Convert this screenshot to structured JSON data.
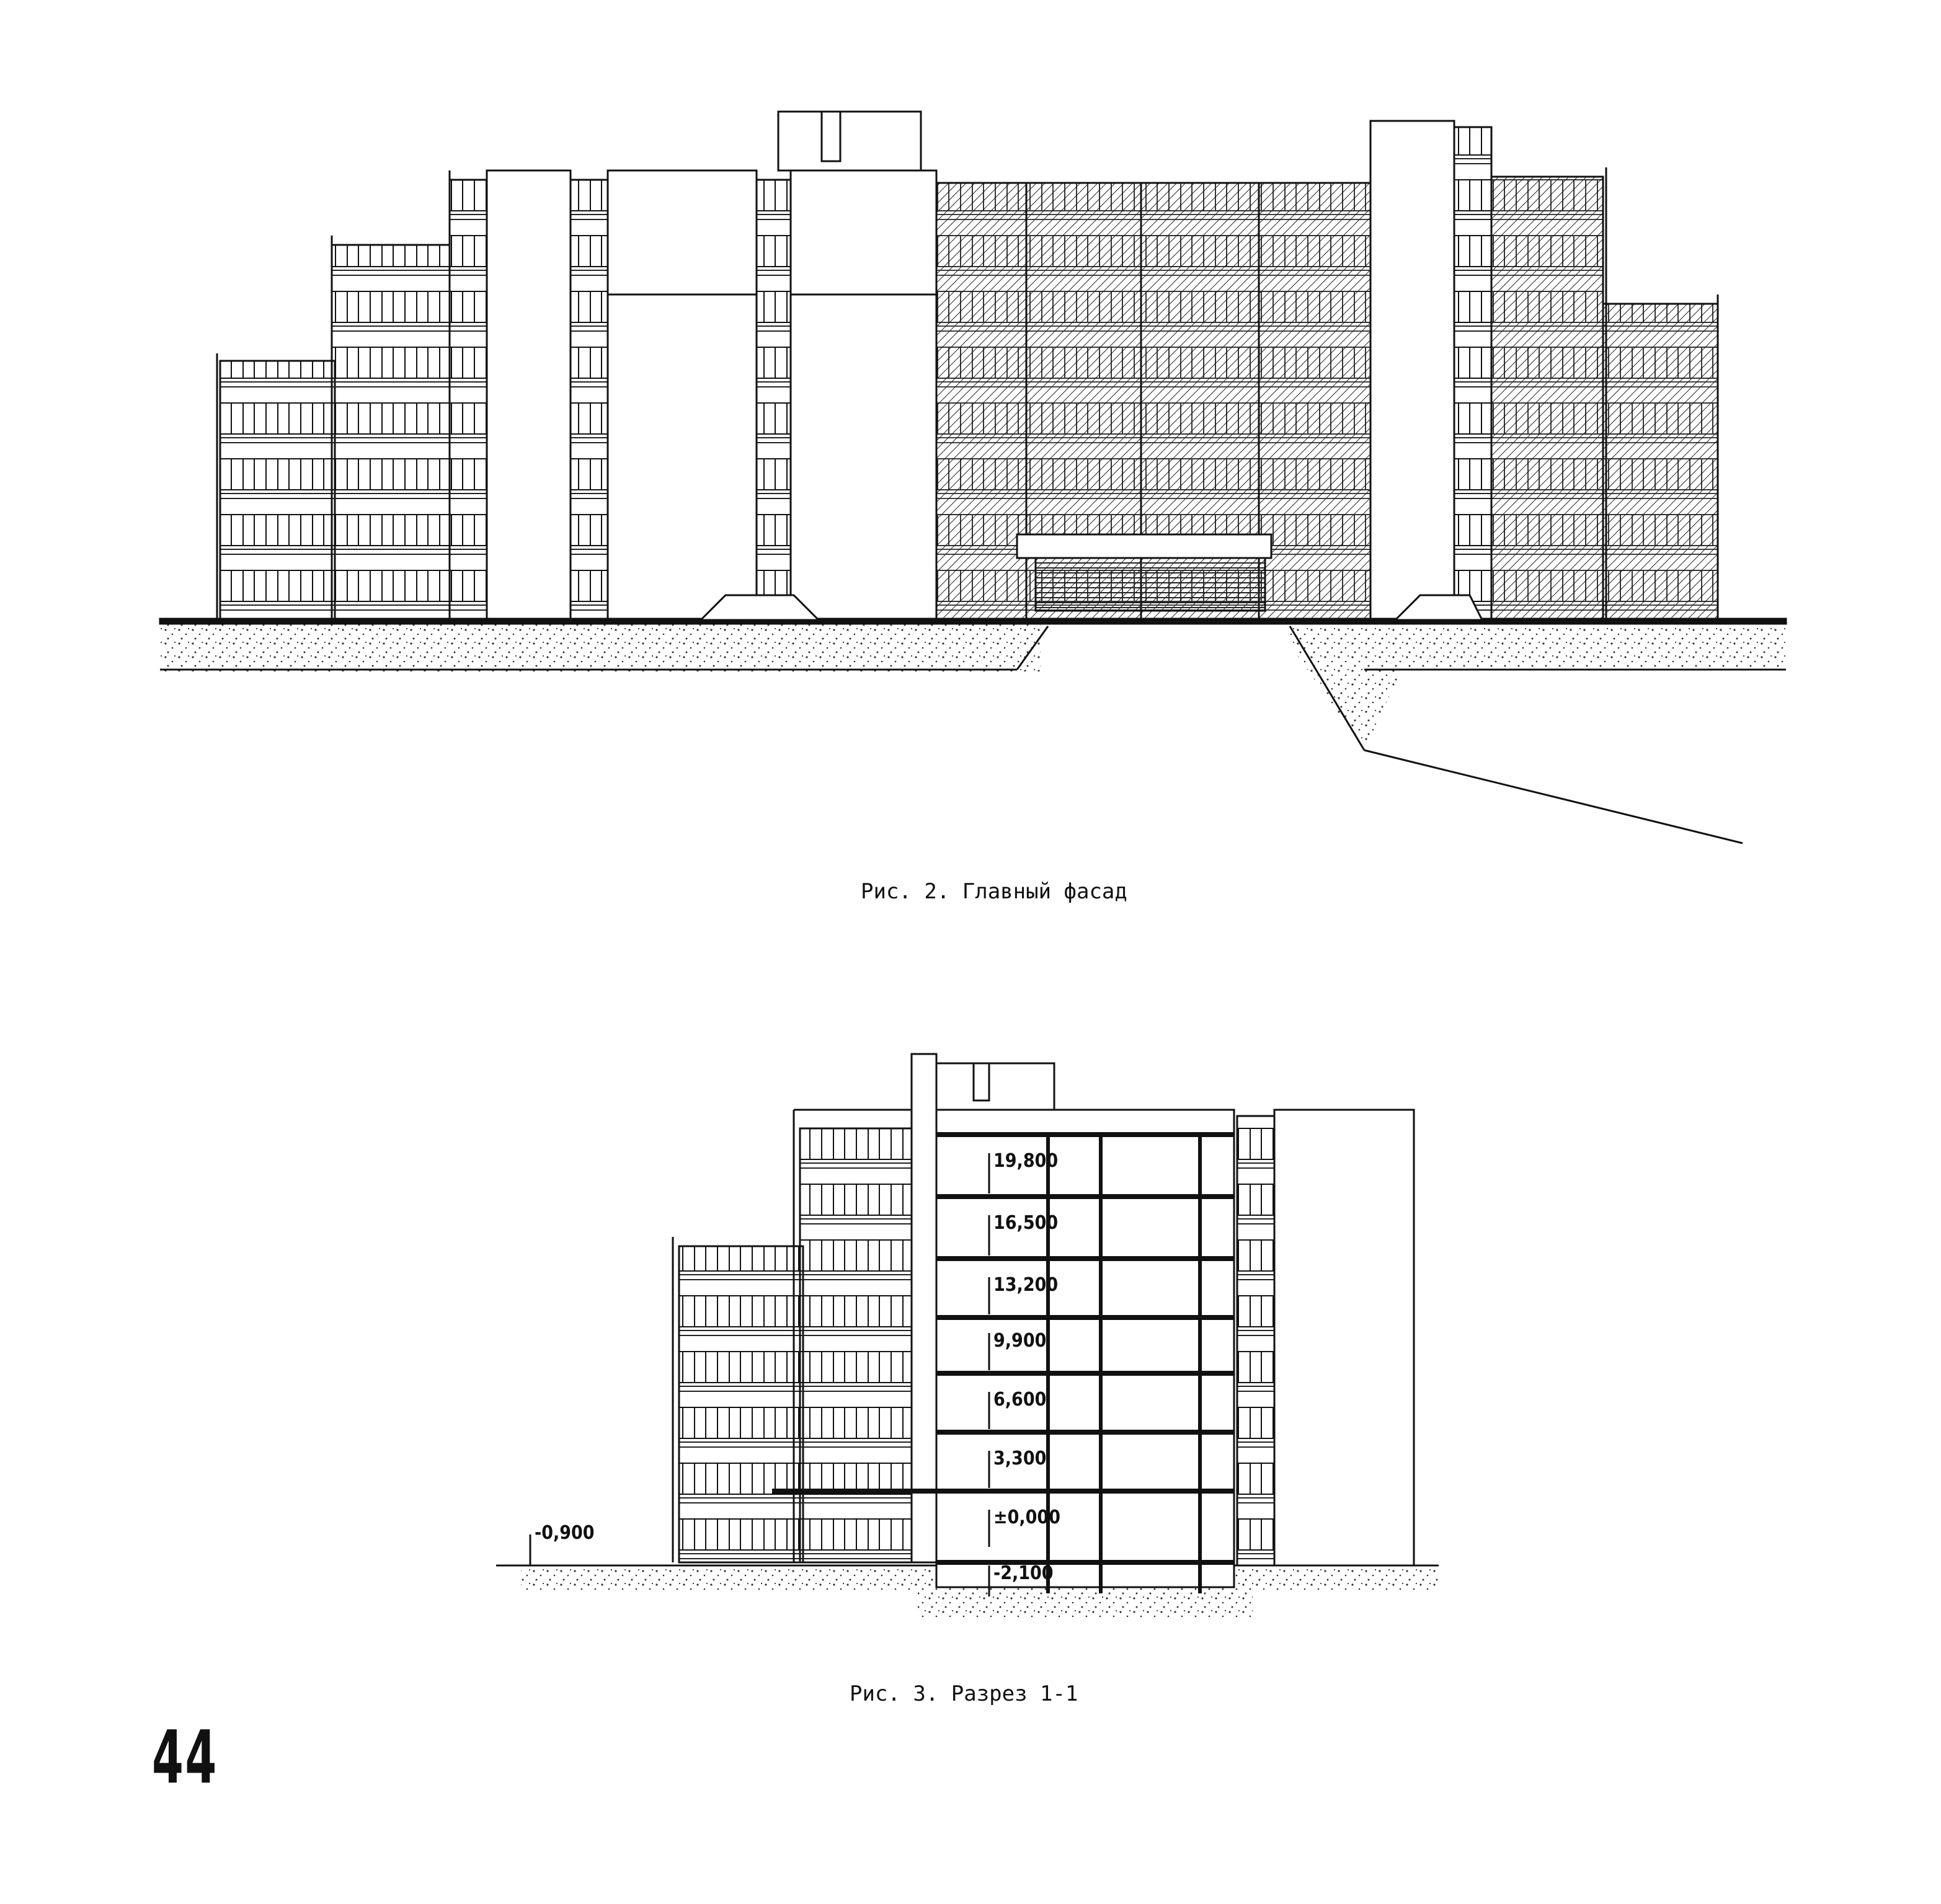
{
  "figure2": {
    "caption": "Рис. 2. Главный фасад"
  },
  "figure3": {
    "caption": "Рис. 3. Разрез 1-1",
    "levels": [
      "19,800",
      "16,500",
      "13,200",
      "9,900",
      "6,600",
      "3,300",
      "±0,000",
      "-2,100"
    ],
    "ground_level": "-0,900"
  },
  "page_number": "44"
}
